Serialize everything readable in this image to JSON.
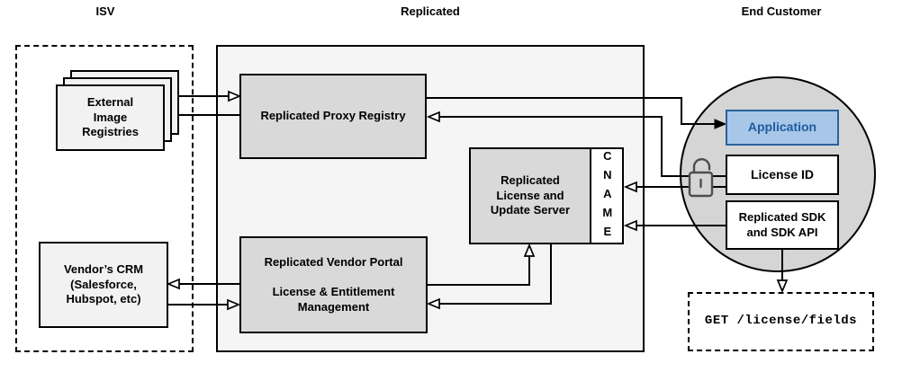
{
  "colors": {
    "line": "#000000",
    "page-bg": "#ffffff",
    "container-fill": "#f5f5f5",
    "node-fill": "#d9d9d9",
    "light-node-fill": "#f2f2f2",
    "circle-fill": "#d5d5d5",
    "white": "#ffffff",
    "app-fill": "#a7c6e8",
    "app-border": "#27639c",
    "app-text": "#1d5c9e",
    "lock": "#4d4d4d"
  },
  "headers": {
    "isv": "ISV",
    "replicated": "Replicated",
    "end_customer": "End Customer"
  },
  "isv": {
    "registries_label": "External\nImage\nRegistries",
    "crm_label": "Vendor’s CRM\n(Salesforce,\nHubspot, etc)"
  },
  "replicated": {
    "proxy_label": "Replicated Proxy Registry",
    "license_server_label": "Replicated\nLicense and\nUpdate Server",
    "cname_label": "CNAME",
    "portal_label": "Replicated Vendor Portal\n\nLicense & Entitlement\nManagement"
  },
  "end_customer": {
    "application_label": "Application",
    "license_id_label": "License ID",
    "sdk_label": "Replicated SDK\nand SDK API",
    "api_request": "GET /license/fields"
  }
}
